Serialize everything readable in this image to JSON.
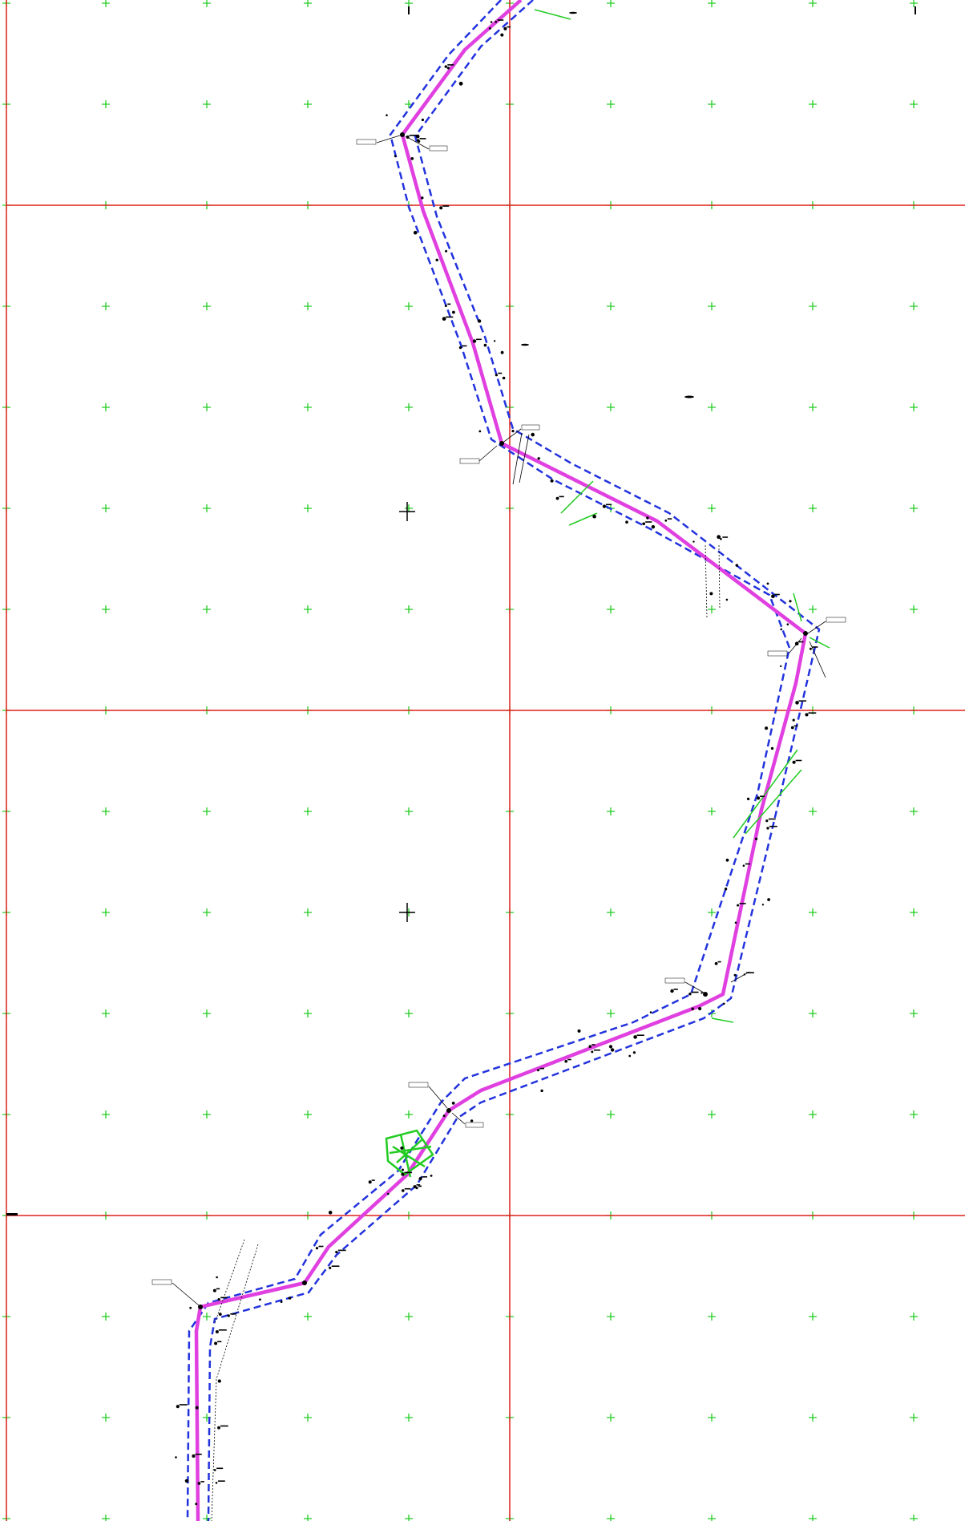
{
  "drawing": {
    "type": "survey route plan",
    "grid_line_color": "#e0201c",
    "grid_cross_color": "#22cc22",
    "route_centerline_color": "#e040e0",
    "corridor_boundary_color": "#2233dd",
    "survey_point_color": "#000000",
    "vegetation_color": "#22cc22"
  },
  "route": {
    "turning_points": 12,
    "corridor_style": "dashed"
  },
  "annotations": {
    "legible_text": []
  }
}
